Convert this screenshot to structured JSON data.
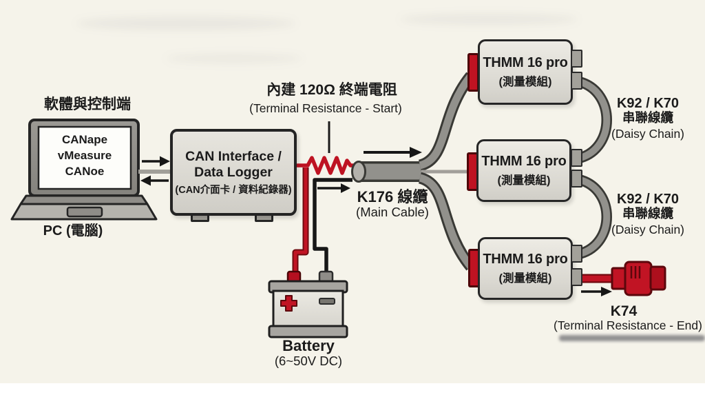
{
  "colors": {
    "background": "#f5f3ea",
    "accent_red": "#bf1322",
    "cable_gray": "#92918c",
    "outline_dark": "#262626",
    "box_fill": "#dcdad3"
  },
  "pc_station": {
    "title": "軟體與控制端",
    "screen_line1": "CANape",
    "screen_line2": "vMeasure",
    "screen_line3": "CANoe",
    "caption": "PC (電腦)"
  },
  "interface": {
    "line1": "CAN Interface /",
    "line2": "Data Logger",
    "line3": "(CAN介面卡 / 資料紀錄器)"
  },
  "terminal_start": {
    "line1": "內建 120Ω 終端電阻",
    "line2": "(Terminal Resistance - Start)"
  },
  "main_cable": {
    "line1": "K176 線纜",
    "line2": "(Main Cable)"
  },
  "battery": {
    "line1": "Battery",
    "line2": "(6~50V DC)"
  },
  "module1": {
    "title": "THMM 16 pro",
    "subtitle": "(測量模組)"
  },
  "module2": {
    "title": "THMM 16 pro",
    "subtitle": "(測量模組)"
  },
  "module3": {
    "title": "THMM 16 pro",
    "subtitle": "(測量模組)"
  },
  "daisy1": {
    "line1": "K92 / K70",
    "line2": "串聯線纜",
    "line3": "(Daisy Chain)"
  },
  "daisy2": {
    "line1": "K92 / K70",
    "line2": "串聯線纜",
    "line3": "(Daisy Chain)"
  },
  "terminal_end": {
    "line1": "K74",
    "line2": "(Terminal Resistance - End)"
  }
}
